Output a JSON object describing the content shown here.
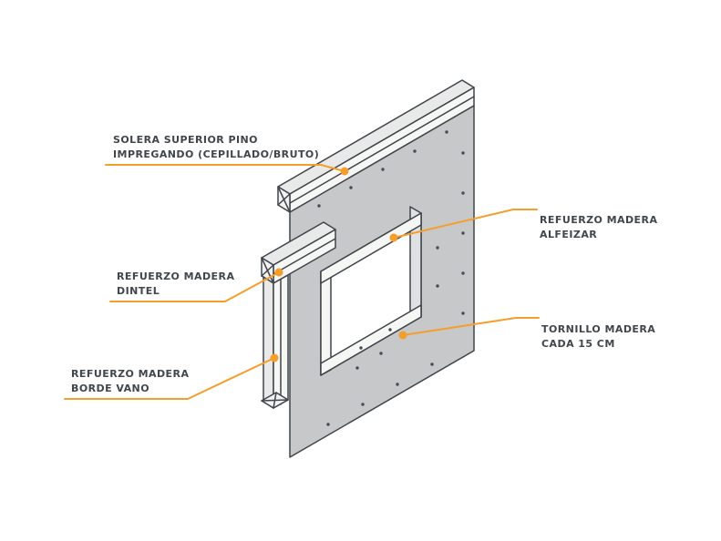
{
  "diagram": {
    "subject": "Panel de muro SIP con vano de ventana y refuerzos de madera",
    "view": "isometric exploded construction detail"
  },
  "colors": {
    "accent_orange": "#F59E2C",
    "panel_gray": "#C6C8CA",
    "panel_edge_gray": "#DFE1E2",
    "wood_light": "#F6F6F5",
    "wood_top": "#E8E9E8",
    "wood_end": "#F1F2F1",
    "outline": "#3F454A",
    "screw_dot": "#474D52",
    "label_text": "#3F464C",
    "background": "#FFFFFF"
  },
  "labels": {
    "solera": {
      "line1": "SOLERA SUPERIOR PINO",
      "line2": "IMPREGANDO (CEPILLADO/BRUTO)"
    },
    "dintel": {
      "line1": "REFUERZO MADERA",
      "line2": "DINTEL"
    },
    "borde_vano": {
      "line1": "REFUERZO MADERA",
      "line2": "BORDE VANO"
    },
    "alfeizar": {
      "line1": "REFUERZO MADERA",
      "line2": "ALFEIZAR"
    },
    "tornillo": {
      "line1": "TORNILLO MADERA",
      "line2": "CADA 15 CM"
    }
  }
}
